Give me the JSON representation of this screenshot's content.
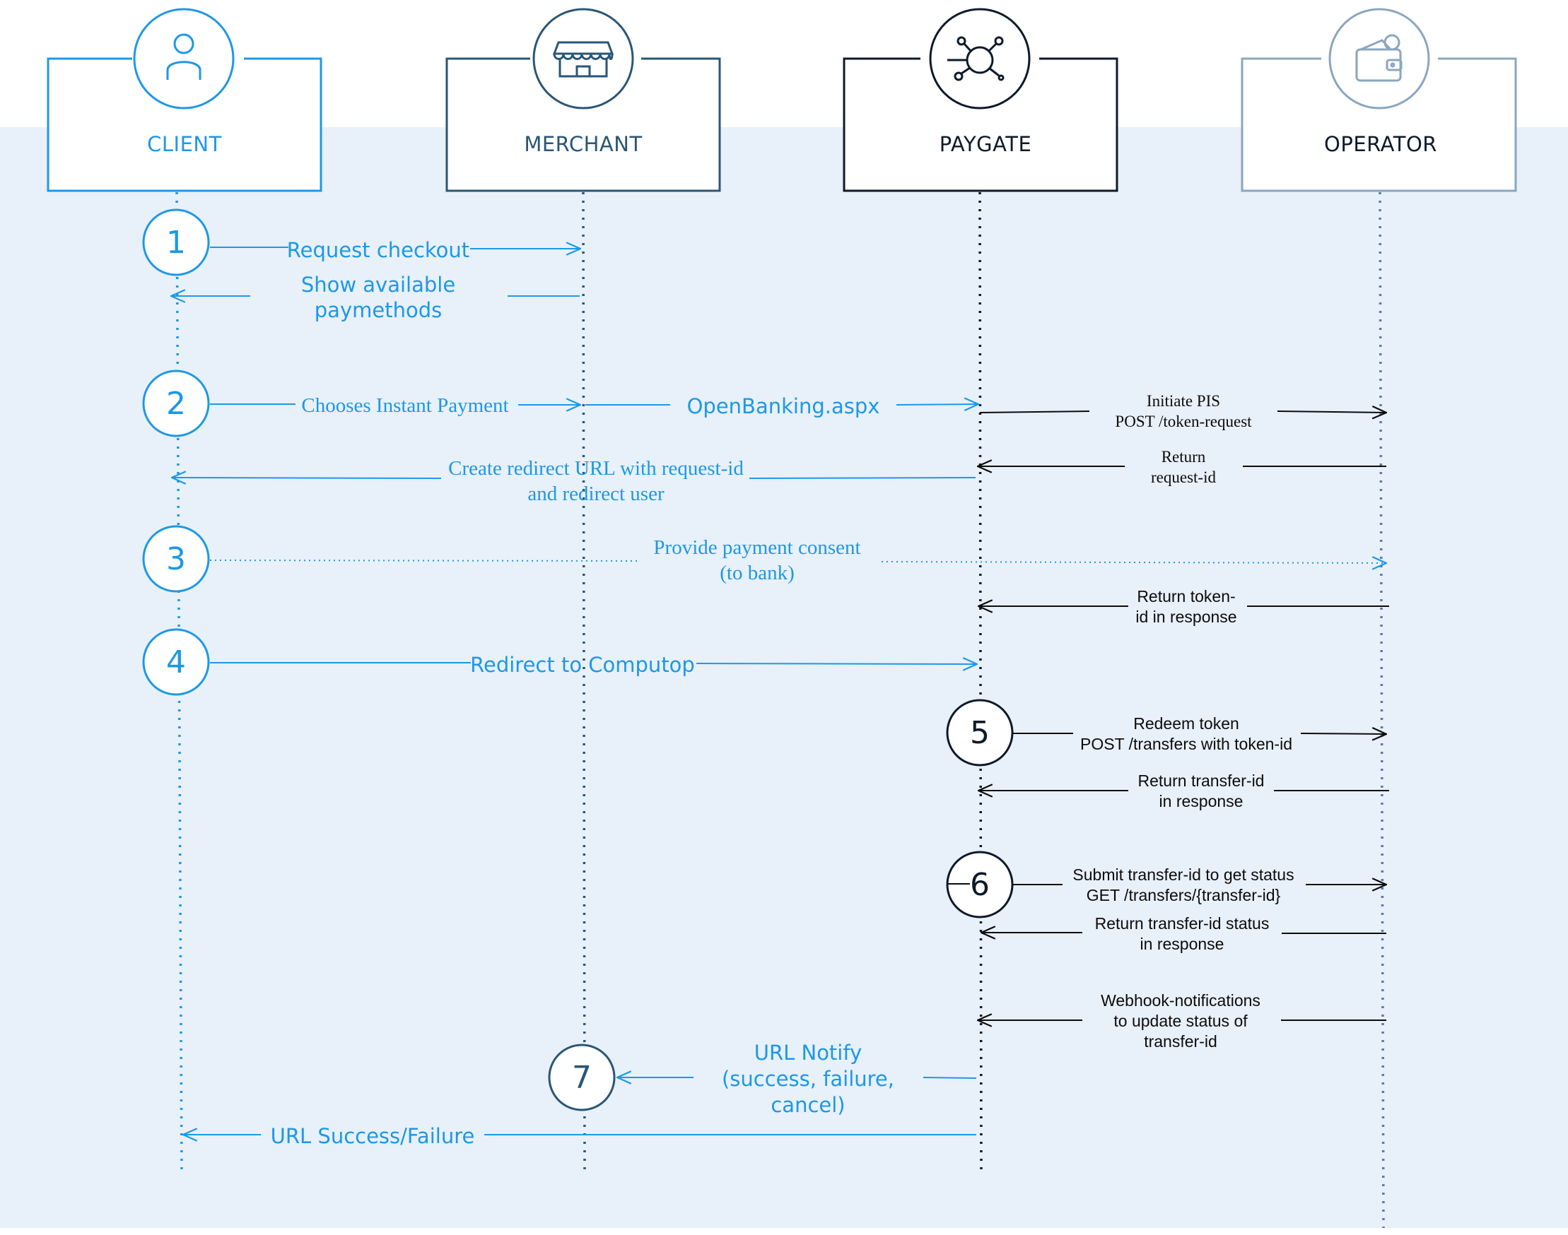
{
  "colors": {
    "background_band": "#e8f0f9",
    "client": "#1d98e6",
    "merchant": "#2a5677",
    "paygate": "#0e1a2b",
    "operator": "#8aa6c0",
    "black_message": "#0c0c0c"
  },
  "participants": [
    {
      "id": "client",
      "label": "CLIENT",
      "icon": "user-icon"
    },
    {
      "id": "merchant",
      "label": "MERCHANT",
      "icon": "storefront-icon"
    },
    {
      "id": "paygate",
      "label": "PAYGATE",
      "icon": "network-hub-icon"
    },
    {
      "id": "operator",
      "label": "OPERATOR",
      "icon": "wallet-icon"
    }
  ],
  "steps": [
    "1",
    "2",
    "3",
    "4",
    "5",
    "6",
    "7"
  ],
  "messages": {
    "request_checkout": [
      "Request checkout"
    ],
    "show_paymethods": [
      "Show available",
      "paymethods"
    ],
    "chooses_instant": [
      "Chooses Instant Payment"
    ],
    "openbanking": [
      "OpenBanking.aspx"
    ],
    "initiate_pis": [
      "Initiate PIS",
      "POST /token-request"
    ],
    "return_request_id": [
      "Return",
      "request-id"
    ],
    "create_redirect": [
      "Create redirect URL with request-id",
      "and redirect user"
    ],
    "provide_consent": [
      "Provide payment consent",
      "(to bank)"
    ],
    "return_token": [
      "Return token-",
      "id in response"
    ],
    "redirect_computop": [
      "Redirect to Computop"
    ],
    "redeem_token": [
      "Redeem token",
      "POST /transfers with token-id"
    ],
    "return_transfer_id": [
      "Return transfer-id",
      "in response"
    ],
    "submit_transfer": [
      "Submit transfer-id to get status",
      "GET /transfers/{transfer-id}"
    ],
    "return_transfer_status": [
      "Return transfer-id  status",
      "in response"
    ],
    "webhook": [
      "Webhook-notifications",
      "to update status of",
      "transfer-id"
    ],
    "url_notify": [
      "URL Notify",
      "(success, failure,",
      "cancel)"
    ],
    "url_success": [
      "URL Success/Failure"
    ]
  }
}
